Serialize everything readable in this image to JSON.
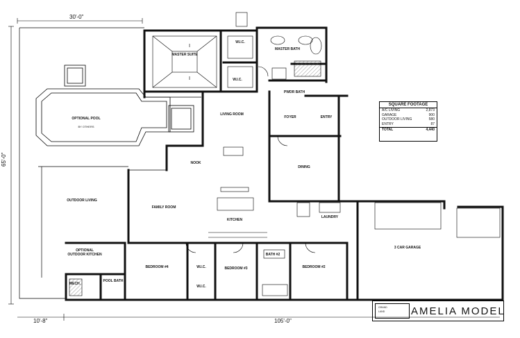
{
  "dimensions": {
    "top_width": "30'-0\"",
    "left_depth": "65'-0\"",
    "bottom_left": "10'-8\"",
    "bottom_overall": "105'-0\""
  },
  "rooms": {
    "master_suite": "MASTER SUITE",
    "wic_1": "W.I.C.",
    "wic_2": "W.I.C.",
    "master_bath": "MASTER BATH",
    "powder_bath": "PWDR BATH",
    "living_room": "LIVING ROOM",
    "foyer": "FOYER",
    "entry": "ENTRY",
    "optional_pool": "OPTIONAL POOL",
    "pool_note": "BY OTHERS",
    "nook": "NOOK",
    "dining": "DINING",
    "outdoor_living": "OUTDOOR LIVING",
    "family_room": "FAMILY ROOM",
    "kitchen": "KITCHEN",
    "laundry": "LAUNDRY",
    "garage": "3 CAR GARAGE",
    "optional_kitchen": "OPTIONAL OUTDOOR KITCHEN",
    "bedroom_4": "BEDROOM #4",
    "wic_3": "W.I.C.",
    "wic_4": "W.I.C.",
    "bedroom_3": "BEDROOM #3",
    "bath_2": "BATH #2",
    "bedroom_2": "BEDROOM #2",
    "pool_bath": "POOL BATH",
    "mech": "MECH."
  },
  "square_footage": {
    "title": "SQUARE FOOTAGE",
    "rows": [
      {
        "label": "A/C LIVING",
        "value": "2,873"
      },
      {
        "label": "GARAGE",
        "value": "900"
      },
      {
        "label": "OUTDOOR LIVING",
        "value": "580"
      },
      {
        "label": "ENTRY",
        "value": "87"
      }
    ],
    "total_label": "TOTAL",
    "total_value": "4,440"
  },
  "title_block": {
    "model_name": "AMELIA MODEL",
    "logo_line_1": "GRAND",
    "logo_line_2": "LAND"
  },
  "colors": {
    "wall": "#111111",
    "hatch": "#555555",
    "background": "#ffffff"
  }
}
